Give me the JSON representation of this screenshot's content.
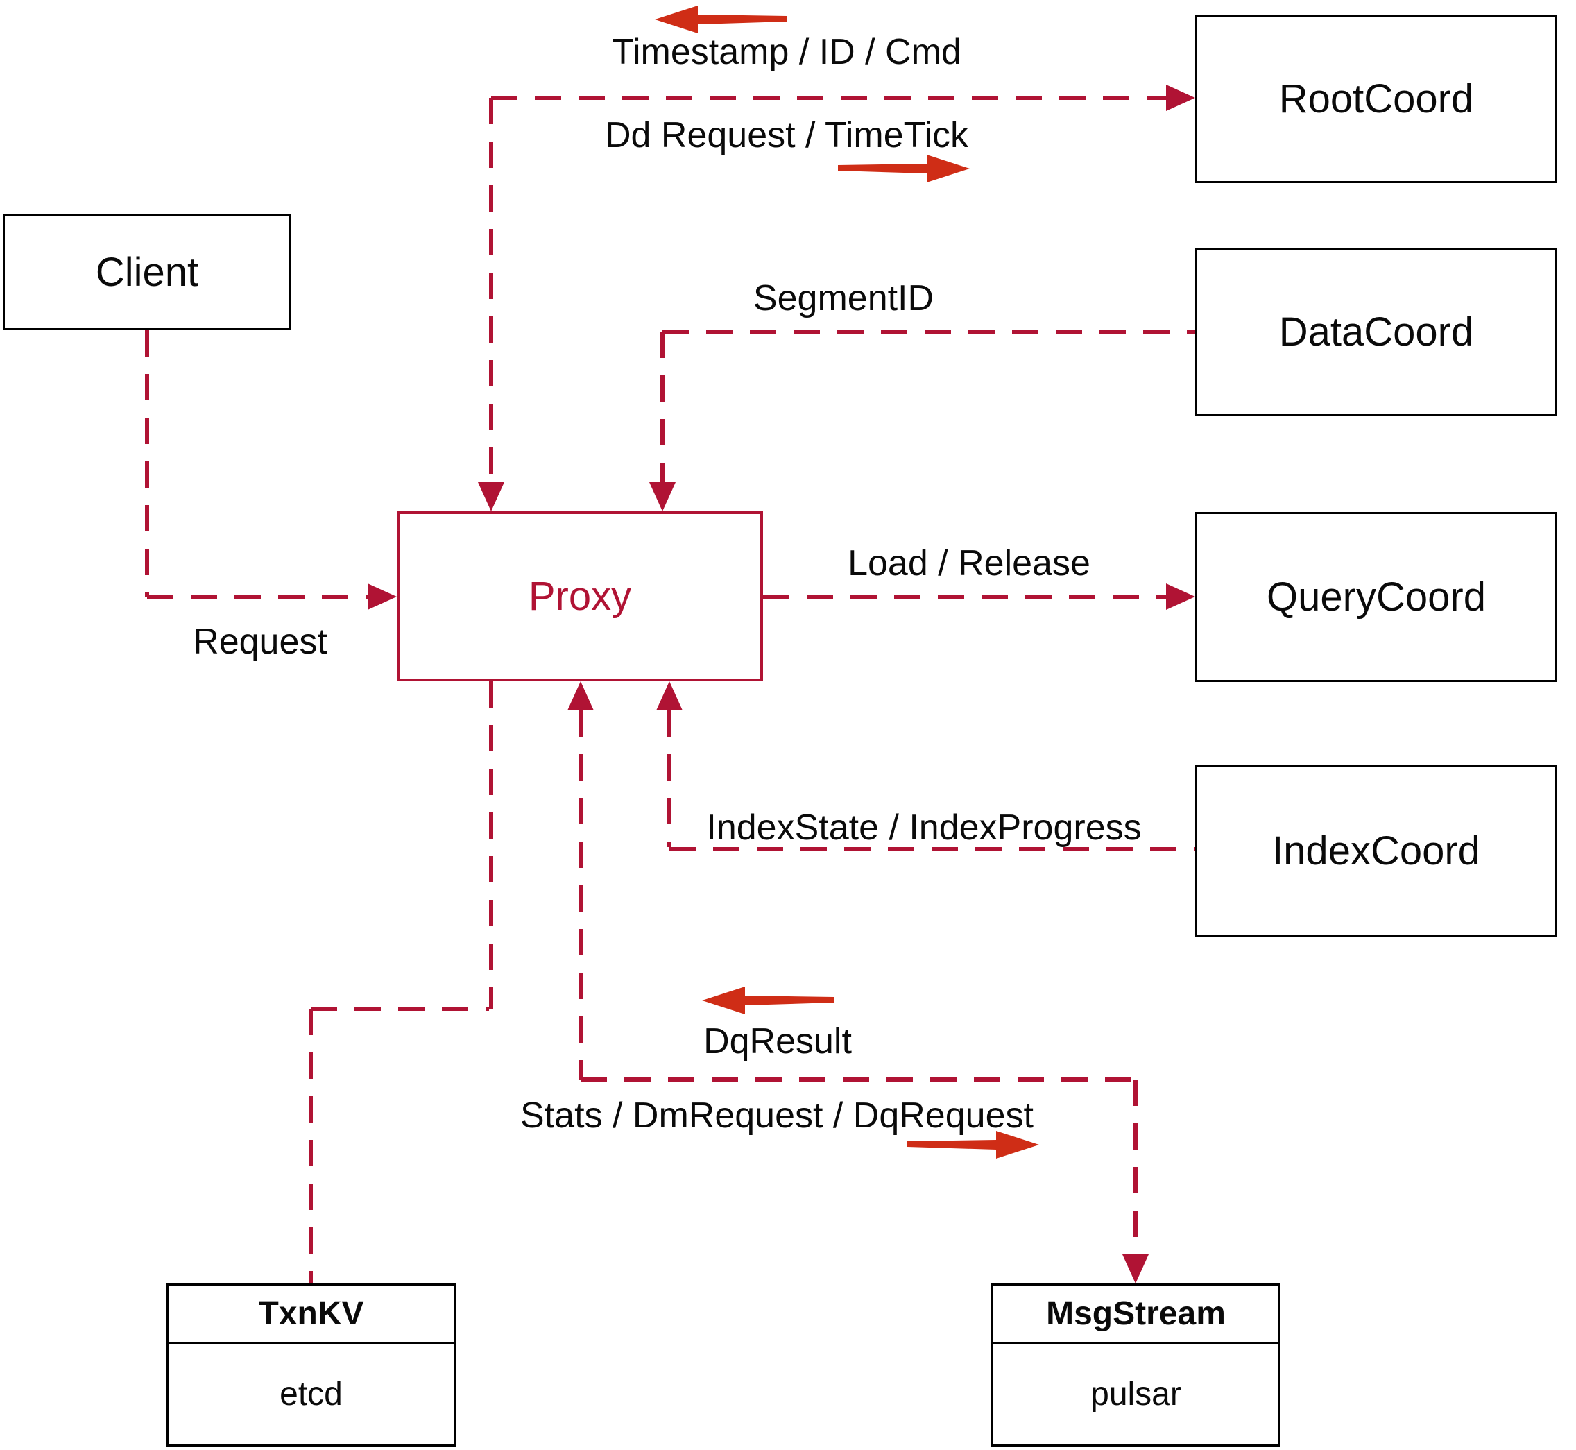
{
  "nodes": {
    "client": {
      "label": "Client"
    },
    "rootcoord": {
      "label": "RootCoord"
    },
    "datacoord": {
      "label": "DataCoord"
    },
    "querycoord": {
      "label": "QueryCoord"
    },
    "indexcoord": {
      "label": "IndexCoord"
    },
    "proxy": {
      "label": "Proxy"
    },
    "txnkv": {
      "title": "TxnKV",
      "subtitle": "etcd"
    },
    "msgstream": {
      "title": "MsgStream",
      "subtitle": "pulsar"
    }
  },
  "edges": {
    "timestamp": "Timestamp / ID / Cmd",
    "dd_request": "Dd Request / TimeTick",
    "segment_id": "SegmentID",
    "load_release": "Load / Release",
    "request": "Request",
    "index_state": "IndexState / IndexProgress",
    "dq_result": "DqResult",
    "stats": "Stats / DmRequest / DqRequest"
  },
  "colors": {
    "connector_red": "#b01334",
    "annotation_red": "#cf2d16",
    "box_border": "#000000",
    "text": "#0a0a0a"
  }
}
